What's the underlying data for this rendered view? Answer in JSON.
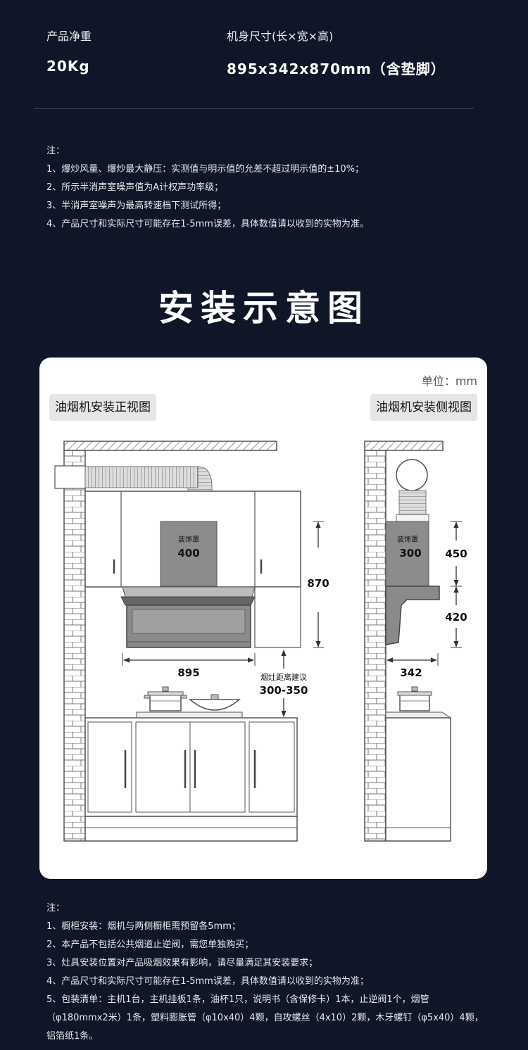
{
  "specs": {
    "weight": {
      "label": "产品净重",
      "value": "20Kg"
    },
    "size": {
      "label": "机身尺寸(长×宽×高)",
      "value": "895x342x870mm（含垫脚）"
    }
  },
  "notes1": {
    "heading": "注：",
    "items": [
      "1、爆炒风量、爆炒最大静压：实测值与明示值的允差不超过明示值的±10%；",
      "2、所示半消声室噪声值为A计权声功率级；",
      "3、半消声室噪声为最高转速档下测试所得；",
      "4、产品尺寸和实际尺寸可能存在1-5mm误差，具体数值请以收到的实物为准。"
    ]
  },
  "section_title": "安装示意图",
  "diagram": {
    "unit": "单位：mm",
    "front_title": "油烟机安装正视图",
    "side_title": "油烟机安装侧视图",
    "front": {
      "cover_label": "装饰罩",
      "cover_width": "400",
      "height": "870",
      "width": "895",
      "distance_label": "烟灶距离建议",
      "distance": "300-350"
    },
    "side": {
      "cover_label": "装饰罩",
      "cover_width": "300",
      "upper_height": "450",
      "lower_height": "420",
      "depth": "342"
    }
  },
  "notes2": {
    "heading": "注：",
    "items": [
      "1、橱柜安装：烟机与两侧橱柜需预留各5mm；",
      "2、本产品不包括公共烟道止逆阀，需您单独购买；",
      "3、灶具安装位置对产品吸烟效果有影响，请尽量满足其安装要求；",
      "4、产品尺寸和实际尺寸可能存在1-5mm误差，具体数值请以收到的实物为准；",
      "5、包装清单：主机1台，主机挂板1条，油杯1只，说明书（含保修卡）1本，止逆阀1个，烟管（φ180mmx2米）1条，塑料膨胀管（φ10x40）4颗，自攻螺丝（4x10）2颗，木牙螺钉（φ5x40）4颗，铝箔纸1条。"
    ]
  }
}
